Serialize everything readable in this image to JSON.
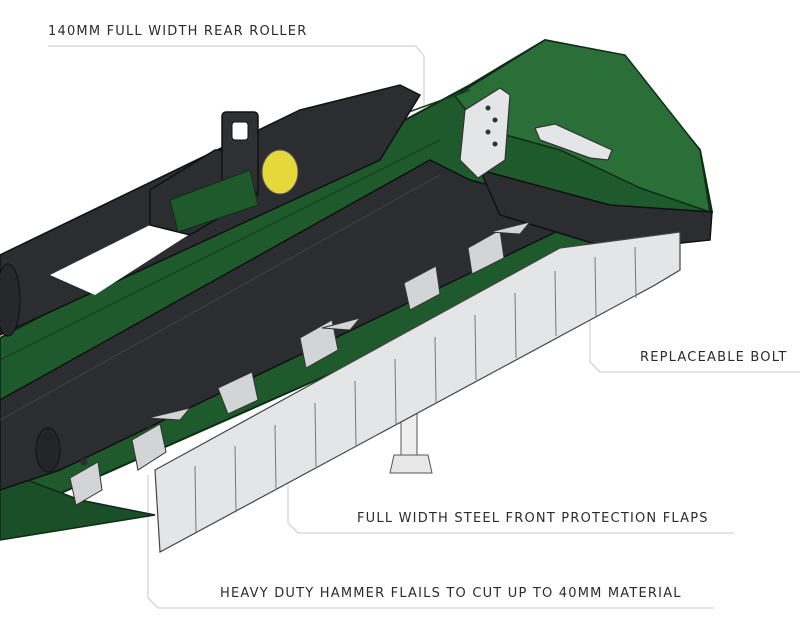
{
  "callouts": {
    "rear_roller": "140MM FULL WIDTH REAR ROLLER",
    "blades": "REPLACEABLE BOLT",
    "front_flaps": "FULL WIDTH STEEL FRONT PROTECTION FLAPS",
    "hammer_flails": "HEAVY DUTY HAMMER FLAILS TO CUT UP TO 40MM MATERIAL"
  },
  "colors": {
    "deck_green": "#1f5a2c",
    "deck_green_light": "#2a6f38",
    "rotor_dark": "#2b2d30",
    "flap_grey": "#e4e5e6",
    "flail_silver": "#d2d4d6",
    "leader_line": "#c8c8c8",
    "hub_yellow": "#e6d83a"
  }
}
